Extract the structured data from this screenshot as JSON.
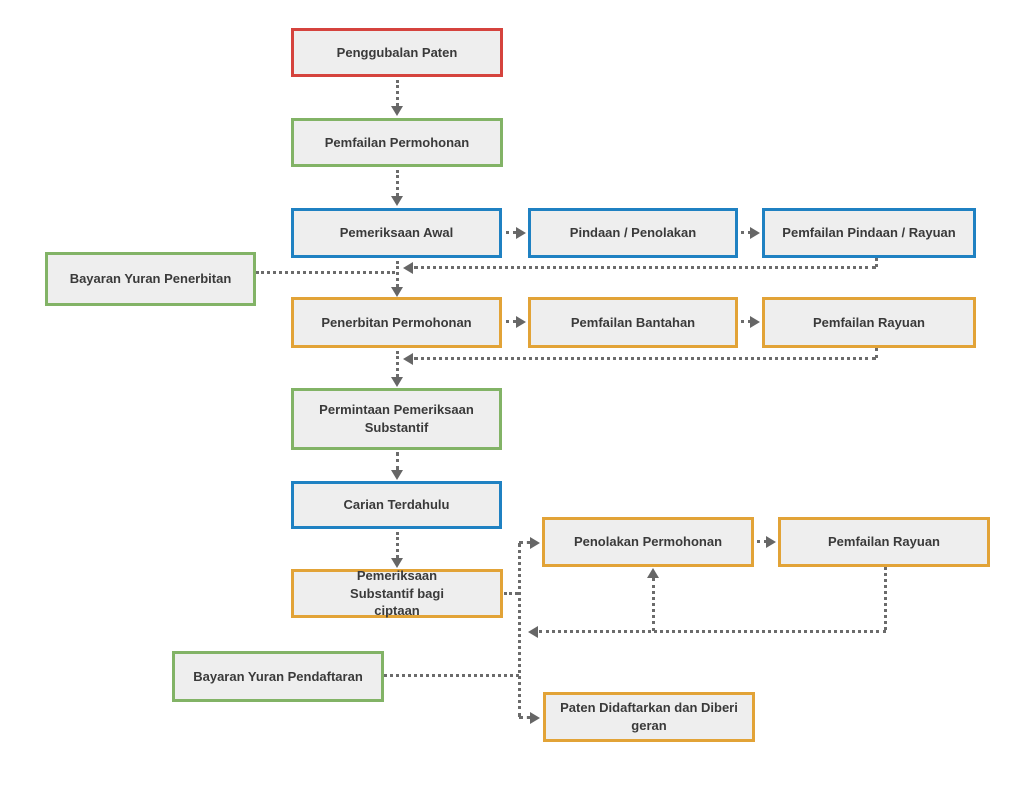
{
  "diagram_type": "flowchart",
  "language": "Malay",
  "colors": {
    "red": "#d5433d",
    "green": "#82b366",
    "blue": "#1f81c2",
    "orange": "#e2a337",
    "node_fill": "#eeeeee",
    "connector_gray": "#666666",
    "text": "#3a3a3a",
    "background": "#ffffff"
  },
  "nodes": {
    "penggubalan_paten": {
      "label": "Penggubalan Paten",
      "border_color": "red"
    },
    "pemfailan_permohonan": {
      "label": "Pemfailan Permohonan",
      "border_color": "green"
    },
    "pemeriksaan_awal": {
      "label": "Pemeriksaan Awal",
      "border_color": "blue"
    },
    "pindaan_penolakan": {
      "label": "Pindaan / Penolakan",
      "border_color": "blue"
    },
    "pemfailan_pindaan_rayuan": {
      "label": "Pemfailan Pindaan / Rayuan",
      "border_color": "blue"
    },
    "bayaran_yuran_penerbitan": {
      "label": "Bayaran Yuran Penerbitan",
      "border_color": "green"
    },
    "penerbitan_permohonan": {
      "label": "Penerbitan Permohonan",
      "border_color": "orange"
    },
    "pemfailan_bantahan": {
      "label": "Pemfailan Bantahan",
      "border_color": "orange"
    },
    "pemfailan_rayuan_atas": {
      "label": "Pemfailan Rayuan",
      "border_color": "orange"
    },
    "permintaan_pemeriksaan_substantif": {
      "label": "Permintaan Pemeriksaan Substantif",
      "border_color": "green"
    },
    "carian_terdahulu": {
      "label": "Carian Terdahulu",
      "border_color": "blue"
    },
    "pemeriksaan_substantif_ciptaan": {
      "label": "Pemeriksaan Substantif bagi ciptaan",
      "border_color": "orange"
    },
    "penolakan_permohonan": {
      "label": "Penolakan Permohonan",
      "border_color": "orange"
    },
    "pemfailan_rayuan_bawah": {
      "label": "Pemfailan Rayuan",
      "border_color": "orange"
    },
    "bayaran_yuran_pendaftaran": {
      "label": "Bayaran Yuran Pendaftaran",
      "border_color": "green"
    },
    "paten_didaftarkan": {
      "label": "Paten Didaftarkan dan Diberi geran",
      "border_color": "orange"
    }
  },
  "edges": [
    {
      "from": "Penggubalan Paten",
      "to": "Pemfailan Permohonan",
      "style": "dotted-arrow"
    },
    {
      "from": "Pemfailan Permohonan",
      "to": "Pemeriksaan Awal",
      "style": "dotted-arrow"
    },
    {
      "from": "Pemeriksaan Awal",
      "to": "Pindaan / Penolakan",
      "style": "dotted-arrow"
    },
    {
      "from": "Pindaan / Penolakan",
      "to": "Pemfailan Pindaan / Rayuan",
      "style": "dotted-arrow"
    },
    {
      "from": "Pemfailan Pindaan / Rayuan",
      "to": "Penerbitan Permohonan",
      "style": "dotted-arrow-feedback"
    },
    {
      "from": "Pemeriksaan Awal",
      "to": "Penerbitan Permohonan",
      "style": "dotted-arrow"
    },
    {
      "from": "Bayaran Yuran Penerbitan",
      "to": "Penerbitan Permohonan",
      "style": "dotted-join"
    },
    {
      "from": "Penerbitan Permohonan",
      "to": "Pemfailan Bantahan",
      "style": "dotted-arrow"
    },
    {
      "from": "Pemfailan Bantahan",
      "to": "Pemfailan Rayuan",
      "style": "dotted-arrow"
    },
    {
      "from": "Pemfailan Rayuan",
      "to": "Permintaan Pemeriksaan Substantif",
      "style": "dotted-arrow-feedback"
    },
    {
      "from": "Penerbitan Permohonan",
      "to": "Permintaan Pemeriksaan Substantif",
      "style": "dotted-arrow"
    },
    {
      "from": "Permintaan Pemeriksaan Substantif",
      "to": "Carian Terdahulu",
      "style": "dotted-arrow"
    },
    {
      "from": "Carian Terdahulu",
      "to": "Pemeriksaan Substantif bagi ciptaan",
      "style": "dotted-arrow"
    },
    {
      "from": "Pemeriksaan Substantif bagi ciptaan",
      "to": "Penolakan Permohonan",
      "style": "dotted-arrow"
    },
    {
      "from": "Penolakan Permohonan",
      "to": "Pemfailan Rayuan",
      "style": "dotted-arrow"
    },
    {
      "from": "Pemfailan Rayuan",
      "to": "Penolakan Permohonan",
      "style": "dotted-arrow-feedback"
    },
    {
      "from": "Bayaran Yuran Pendaftaran",
      "to": "Paten Didaftarkan dan Diberi geran",
      "style": "dotted-join"
    },
    {
      "from": "Pemeriksaan Substantif bagi ciptaan",
      "to": "Paten Didaftarkan dan Diberi geran",
      "style": "dotted-arrow"
    }
  ]
}
